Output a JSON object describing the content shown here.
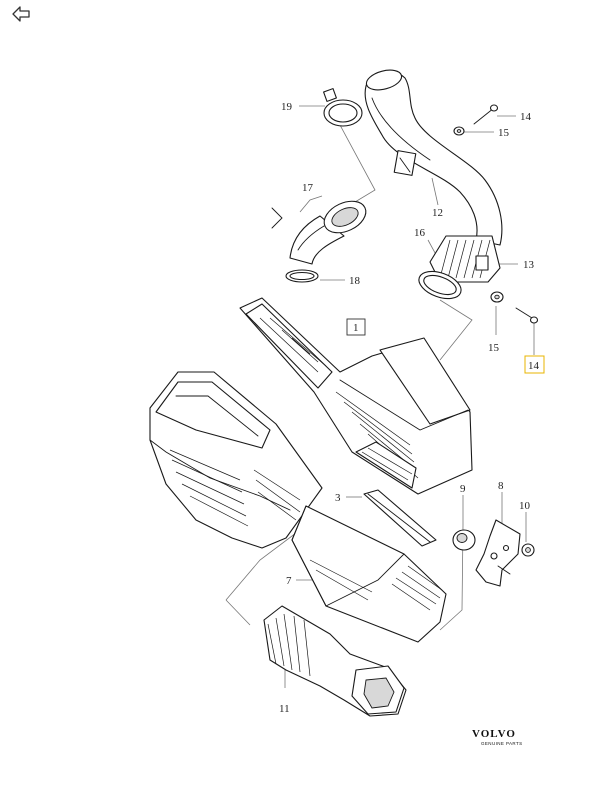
{
  "nav": {
    "back_icon": "back-arrow-icon"
  },
  "diagram": {
    "group_label": "1",
    "callouts": {
      "c19": "19",
      "c17": "17",
      "c18": "18",
      "c12": "12",
      "c16": "16",
      "c13": "13",
      "c14a": "14",
      "c15a": "15",
      "c15b": "15",
      "c14b": "14",
      "c3": "3",
      "c7": "7",
      "c9": "9",
      "c8": "8",
      "c10": "10",
      "c11": "11"
    },
    "highlight_color": "#e8b400"
  },
  "brand": {
    "name": "VOLVO",
    "tagline": "GENUINE PARTS"
  }
}
